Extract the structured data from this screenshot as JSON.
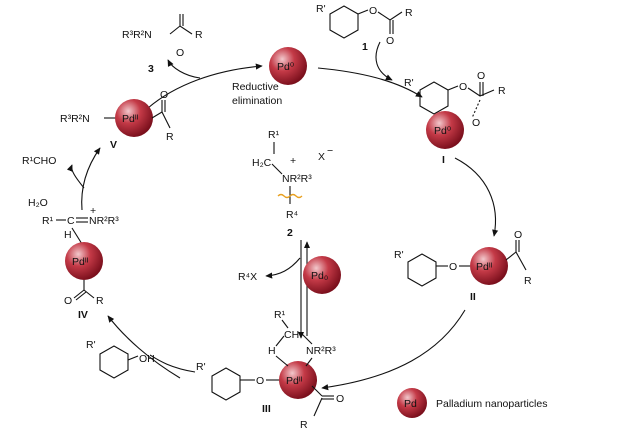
{
  "labels": {
    "reductive_elimination": [
      "Reductive",
      "elimination"
    ],
    "legend": "Palladium nanoparticles",
    "compound_1": "1",
    "compound_2": "2",
    "compound_3": "3",
    "int_I": "I",
    "int_II": "II",
    "int_III": "III",
    "int_IV": "IV",
    "int_V": "V"
  },
  "species": {
    "amide_product": {
      "r3r2n": "R³R²N",
      "r": "R",
      "o": "O"
    },
    "aryl_ester": {
      "rprime": "R'",
      "o": "O",
      "r": "R"
    },
    "int_V": {
      "r3r2n": "R³R²N",
      "o": "O",
      "r": "R"
    },
    "aldehyde": "R¹CHO",
    "water": "H₂O",
    "iminium": {
      "r1": "R¹",
      "h": "H",
      "c": "C",
      "nr": "NR²R³",
      "plus": "+"
    },
    "ammonium_salt": {
      "r1": "R¹",
      "h2c": "H₂C",
      "nr": "NR²R³",
      "r4": "R⁴",
      "x": "X",
      "plus": "+",
      "minus": "−"
    },
    "r4x": "R⁴X",
    "phenol": {
      "rprime": "R'",
      "oh": "OH"
    },
    "int_III": {
      "rprime": "R'",
      "o": "O",
      "r1": "R¹",
      "ch": "CH",
      "h": "H",
      "nr": "NR²R³",
      "r": "R",
      "o2": "O"
    },
    "int_IV": {
      "o": "O",
      "r": "R"
    },
    "int_II": {
      "rprime": "R'",
      "o": "O",
      "o2": "O",
      "r": "R"
    }
  },
  "pd": {
    "pd0": "Pd⁰",
    "pd2": "Pdᴵᴵ",
    "pd_sub0": "Pd₀",
    "pd": "Pd"
  },
  "colors": {
    "sphere_light": "#f2c8cc",
    "sphere_mid": "#c43a47",
    "sphere_dark": "#7a0f1c",
    "wavy": "#e8a020",
    "ink": "#111111"
  }
}
